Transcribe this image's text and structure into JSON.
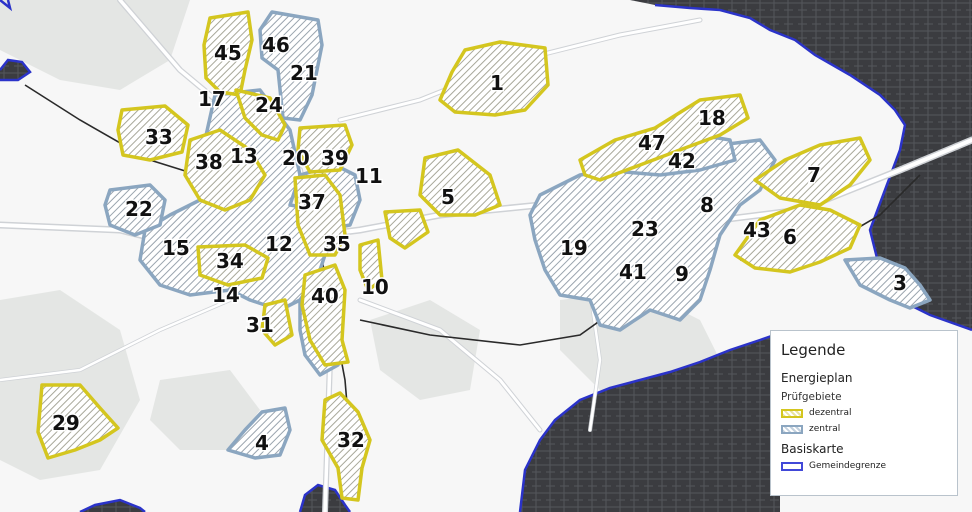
{
  "colors": {
    "dezentral": "#d4c61f",
    "zentral": "#8ba6c0",
    "gemeindegrenze": "#2b33c9",
    "outside": "#3b3c40"
  },
  "areas": {
    "a1": "1",
    "a3": "3",
    "a4": "4",
    "a5": "5",
    "a6": "6",
    "a7": "7",
    "a8": "8",
    "a9": "9",
    "a10": "10",
    "a11": "11",
    "a12": "12",
    "a13": "13",
    "a14": "14",
    "a15": "15",
    "a17": "17",
    "a18": "18",
    "a19": "19",
    "a20": "20",
    "a21": "21",
    "a22": "22",
    "a23": "23",
    "a24": "24",
    "a29": "29",
    "a31": "31",
    "a32": "32",
    "a33": "33",
    "a34": "34",
    "a35": "35",
    "a37": "37",
    "a38": "38",
    "a39": "39",
    "a40": "40",
    "a41": "41",
    "a42": "42",
    "a43": "43",
    "a45": "45",
    "a46": "46",
    "a47": "47"
  },
  "legend": {
    "title": "Legende",
    "group": "Energieplan",
    "sub1": "Prüfgebiete",
    "dezentral": "dezentral",
    "zentral": "zentral",
    "sub2": "Basiskarte",
    "gemeindegrenze": "Gemeindegrenze"
  }
}
